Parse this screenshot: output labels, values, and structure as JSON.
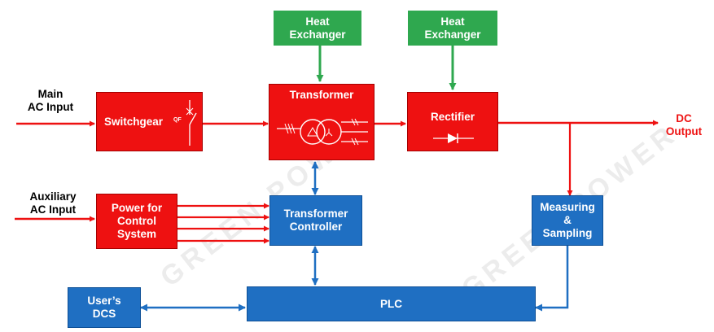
{
  "watermark": "GREEN POWER",
  "inputs": {
    "main_ac": "Main\nAC Input",
    "aux_ac": "Auxiliary\nAC Input"
  },
  "outputs": {
    "dc": "DC\nOutput"
  },
  "blocks": {
    "heat_exchanger_1": "Heat\nExchanger",
    "heat_exchanger_2": "Heat\nExchanger",
    "switchgear": "Switchgear",
    "switchgear_tag": "QF",
    "transformer": "Transformer",
    "rectifier": "Rectifier",
    "power_for_control": "Power for\nControl\nSystem",
    "transformer_controller": "Transformer\nController",
    "measuring_sampling": "Measuring\n&\nSampling",
    "users_dcs": "User’s\nDCS",
    "plc": "PLC"
  },
  "colors": {
    "power_red": "#ee1111",
    "cooling_green": "#2fa84f",
    "control_blue": "#1f6fc2",
    "text_black": "#000000"
  }
}
